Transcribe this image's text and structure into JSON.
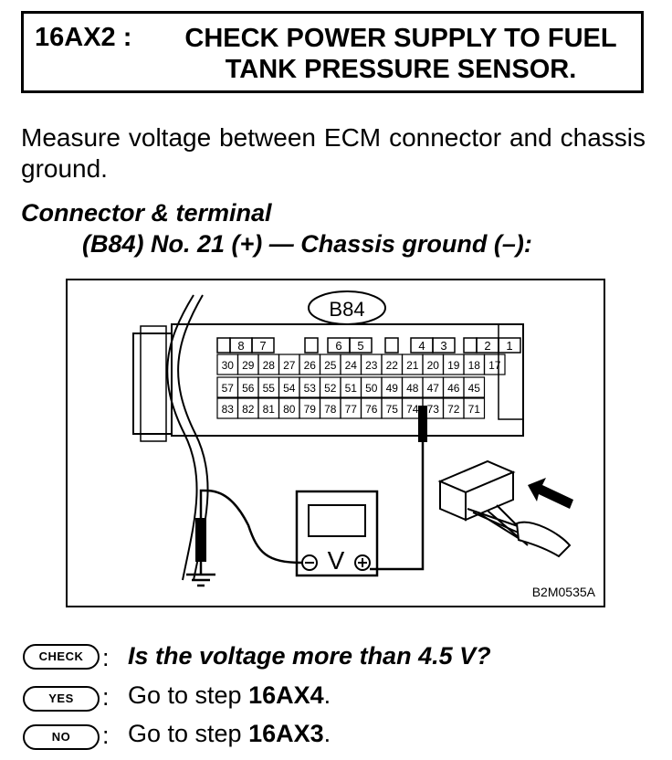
{
  "header": {
    "step": "16AX2 :",
    "title_line1": "CHECK POWER SUPPLY TO FUEL",
    "title_line2": "TANK PRESSURE SENSOR."
  },
  "instruction": "Measure voltage between ECM connector and chassis ground.",
  "connector": {
    "heading": "Connector & terminal",
    "detail": "(B84) No. 21 (+) — Chassis ground (–):"
  },
  "diagram": {
    "connector_label": "B84",
    "figure_id": "B2M0535A",
    "voltmeter_symbol": "V",
    "top_row_pins": [
      "8",
      "7",
      "6",
      "5",
      "4",
      "3",
      "2",
      "1"
    ],
    "row2_pins": [
      "30",
      "29",
      "28",
      "27",
      "26",
      "25",
      "24",
      "23",
      "22",
      "21",
      "20",
      "19",
      "18",
      "17"
    ],
    "row3_pins": [
      "57",
      "56",
      "55",
      "54",
      "53",
      "52",
      "51",
      "50",
      "49",
      "48",
      "47",
      "46",
      "45"
    ],
    "row4_pins": [
      "83",
      "82",
      "81",
      "80",
      "79",
      "78",
      "77",
      "76",
      "75",
      "74",
      "73",
      "72",
      "71"
    ]
  },
  "qa": {
    "check_badge": "CHECK",
    "question": "Is the voltage more than 4.5 V?",
    "yes_badge": "YES",
    "yes_prefix": "Go to step ",
    "yes_step": "16AX4",
    "no_badge": "NO",
    "no_prefix": "Go to step ",
    "no_step": "16AX3",
    "period": "."
  }
}
